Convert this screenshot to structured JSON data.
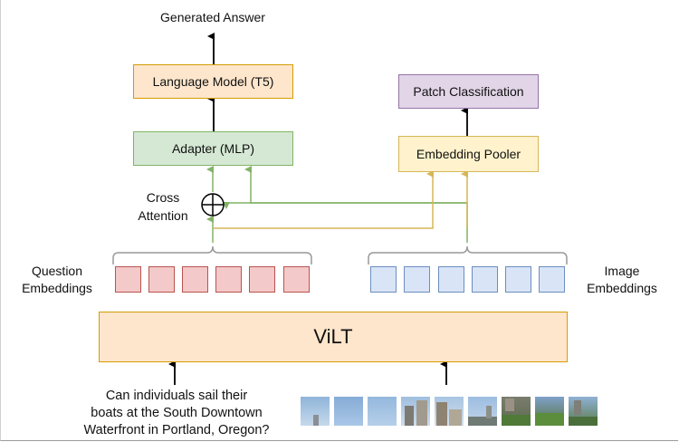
{
  "diagram": {
    "output_label": "Generated Answer",
    "language_model": "Language Model (T5)",
    "adapter": "Adapter (MLP)",
    "cross_attention": "Cross\nAttention",
    "patch_classification": "Patch Classification",
    "embedding_pooler": "Embedding Pooler",
    "question_embeddings": "Question\nEmbeddings",
    "image_embeddings": "Image\nEmbeddings",
    "vilt": "ViLT",
    "question_text": "Can individuals sail their\nboats at the  South Downtown\nWaterfront in Portland, Oregon?",
    "question_token_count": 6,
    "image_token_count": 6,
    "image_patch_count": 9
  },
  "colors": {
    "lm_fill": "#fde6cc",
    "lm_border": "#d79b00",
    "adapter_fill": "#d5e8d4",
    "adapter_border": "#82b366",
    "patch_fill": "#e1d5e7",
    "patch_border": "#9673a6",
    "pooler_fill": "#fff2cc",
    "pooler_border": "#d6b656",
    "vilt_fill": "#fde6cc",
    "vilt_border": "#d79b00",
    "green_line": "#82b366",
    "yellow_line": "#d6b656"
  },
  "icons": [
    "arrow-up-icon",
    "circled-plus-icon",
    "curly-brace-icon"
  ]
}
